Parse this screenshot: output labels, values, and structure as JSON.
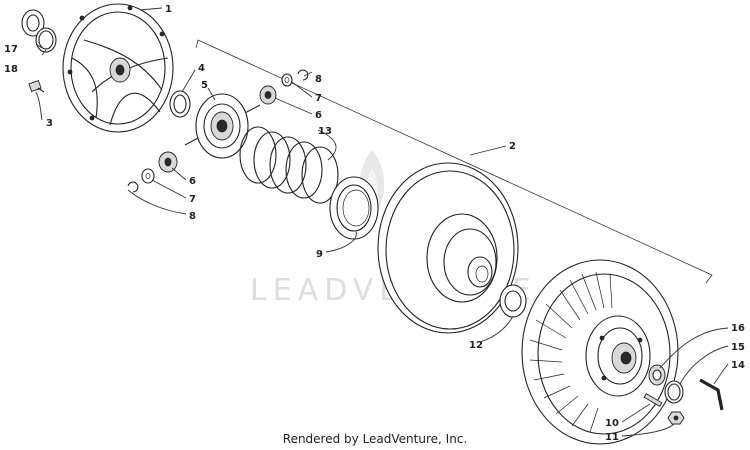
{
  "watermark": "LEADVENTURE",
  "footer": "Rendered by LeadVenture, Inc.",
  "callouts": [
    "1",
    "2",
    "3",
    "4",
    "5",
    "6",
    "7",
    "8",
    "6",
    "7",
    "8",
    "9",
    "10",
    "11",
    "12",
    "13",
    "14",
    "15",
    "16",
    "17",
    "18"
  ],
  "colors": {
    "ink": "#222222",
    "watermark": "#dddddd",
    "background": "#ffffff"
  }
}
